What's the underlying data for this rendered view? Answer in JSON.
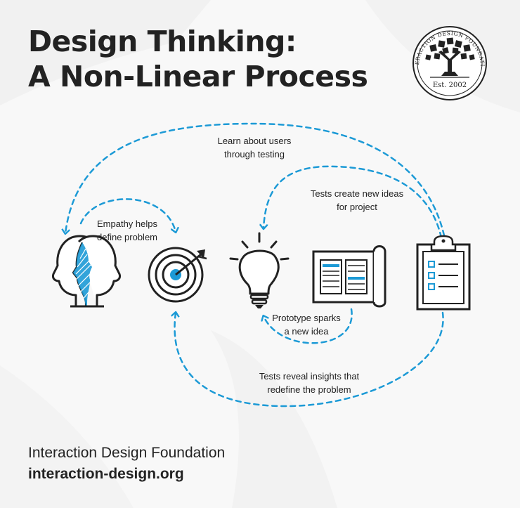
{
  "title": {
    "line1": "Design Thinking:",
    "line2": "A Non-Linear Process"
  },
  "logo": {
    "ring_text": "INTERACTION DESIGN FOUNDATION",
    "est": "Est. 2002"
  },
  "stages": [
    {
      "icon": "empathy-heads-icon"
    },
    {
      "icon": "target-icon"
    },
    {
      "icon": "lightbulb-icon"
    },
    {
      "icon": "blueprint-icon"
    },
    {
      "icon": "clipboard-icon"
    }
  ],
  "labels": {
    "learn": [
      "Learn about users",
      "through testing"
    ],
    "empathy": [
      "Empathy helps",
      "define problem"
    ],
    "tests_ideas": [
      "Tests create new ideas",
      "for project"
    ],
    "prototype": [
      "Prototype sparks",
      "a new idea"
    ],
    "tests_reveal": [
      "Tests reveal insights that",
      "redefine the problem"
    ]
  },
  "footer": {
    "org": "Interaction Design Foundation",
    "url": "interaction-design.org"
  },
  "colors": {
    "accent": "#1c9ad6",
    "ink": "#222222",
    "background": "#f8f8f8"
  }
}
